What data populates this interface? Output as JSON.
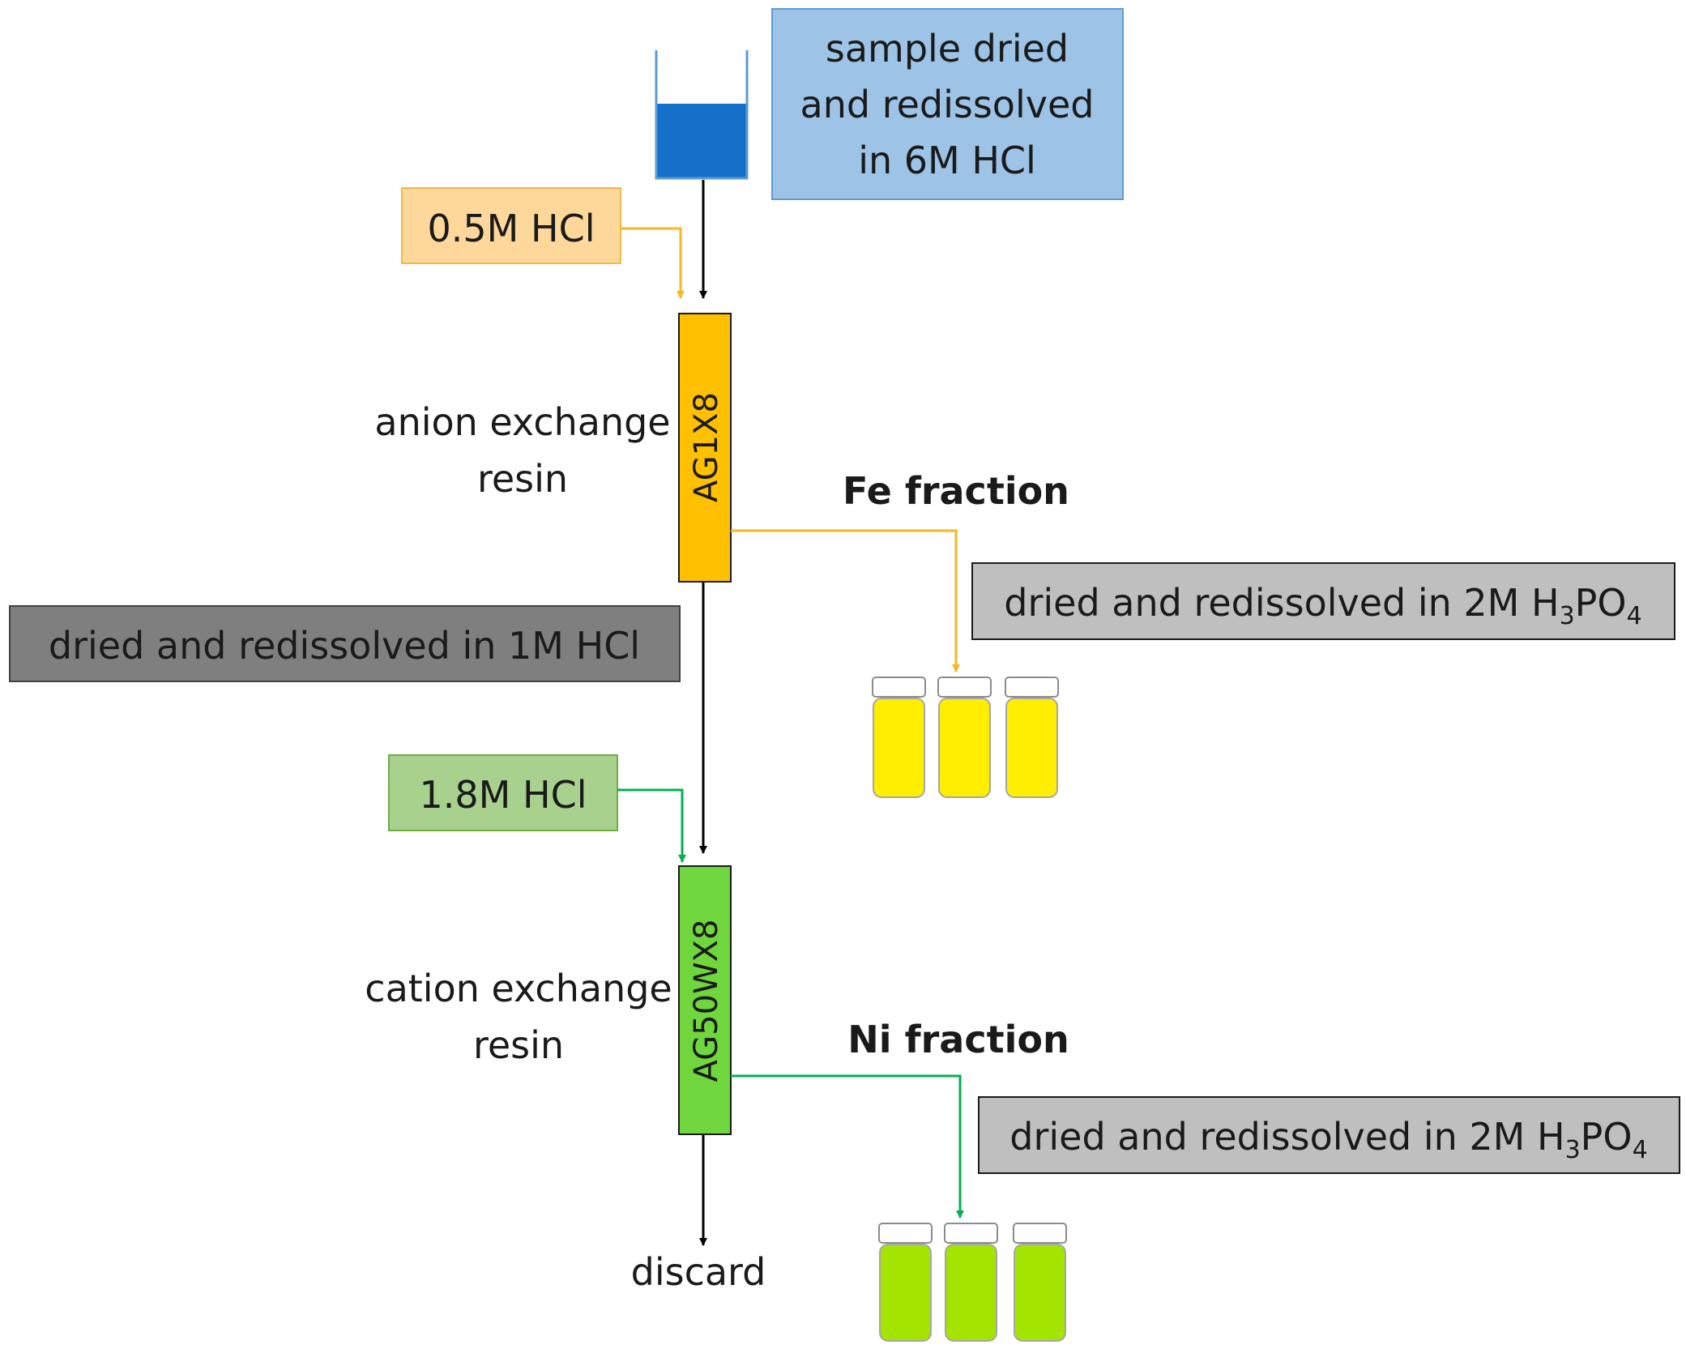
{
  "sample_box": {
    "line1": "sample dried",
    "line2": "and redissolved",
    "line3": "in 6M HCl",
    "fill": "#9dc3e6",
    "stroke": "#5b9bd5"
  },
  "beaker": {
    "liquid_color": "#1470c8"
  },
  "eluent_anion": {
    "label": "0.5M HCl",
    "fill": "#fdd89a",
    "stroke": "#f4b942",
    "line_color": "#f5b820"
  },
  "anion_column": {
    "resin_code": "AG1X8",
    "caption_line1": "anion exchange",
    "caption_line2": "resin",
    "fill": "#ffc000"
  },
  "fe_fraction": {
    "title": "Fe fraction",
    "process_prefix": "dried and redissolved in 2M H",
    "sub1": "3",
    "mid": "PO",
    "sub2": "4",
    "vial_color": "#ffee00"
  },
  "intermediate_box": {
    "label": "dried and redissolved in 1M HCl",
    "fill": "#7f7f7f"
  },
  "eluent_cation": {
    "label": "1.8M HCl",
    "fill": "#a9d18e",
    "stroke": "#70ad47",
    "line_color": "#00b050"
  },
  "cation_column": {
    "resin_code": "AG50WX8",
    "caption_line1": "cation exchange",
    "caption_line2": "resin",
    "fill": "#70d63e"
  },
  "ni_fraction": {
    "title": "Ni fraction",
    "process_prefix": "dried and redissolved in 2M H",
    "sub1": "3",
    "mid": "PO",
    "sub2": "4",
    "vial_color": "#a3e400"
  },
  "discard_label": "discard"
}
